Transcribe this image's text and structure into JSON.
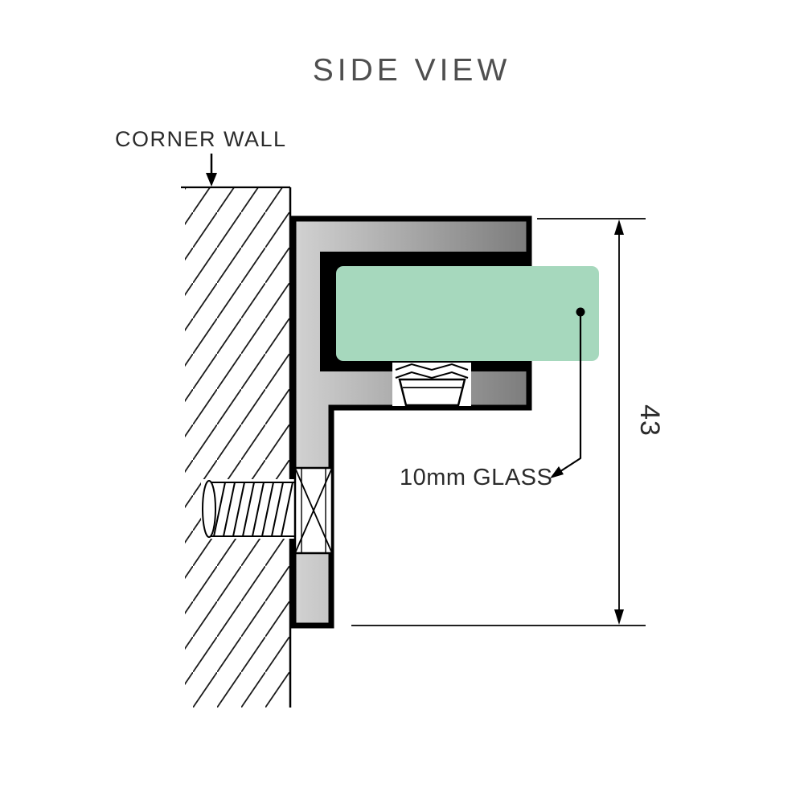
{
  "title": "SIDE VIEW",
  "labels": {
    "corner_wall": "CORNER WALL",
    "glass": "10mm GLASS",
    "dimension_height": "43"
  },
  "colors": {
    "glass_fill": "#a6d8bd",
    "metal_light": "#d2d2d2",
    "metal_dark": "#7c7c7c",
    "outline": "#000000",
    "title_text": "#4f4f4f",
    "label_text": "#2b2b2b"
  }
}
